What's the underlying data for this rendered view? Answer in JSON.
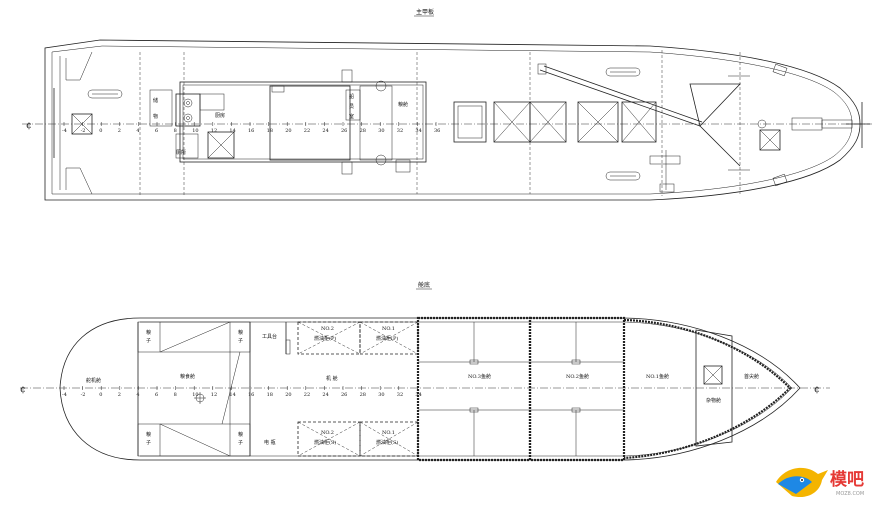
{
  "top_view": {
    "title": "主甲板",
    "labels": {
      "stores_a": "储",
      "stores_b": "物",
      "galley": "厨房",
      "toilet": "厕所",
      "cabin_a": "船",
      "cabin_b": "员",
      "cabin_c": "室",
      "fish_hold": "粮舱",
      "crew_room": "船员室"
    },
    "frames": [
      "-4",
      "-2",
      "0",
      "2",
      "4",
      "6",
      "8",
      "10",
      "12",
      "14",
      "16",
      "18",
      "20",
      "22",
      "24",
      "26",
      "28",
      "30",
      "32",
      "34",
      "36"
    ],
    "centerline": "¢"
  },
  "bottom_view": {
    "title": "舱底",
    "labels": {
      "steering_room": "舵机舱",
      "fuel_room": "粮食舱",
      "tank_p1_a": "粮",
      "tank_p1_b": "子",
      "tank_p2_a": "粮",
      "tank_p2_b": "子",
      "tank_s1_a": "粮",
      "tank_s1_b": "子",
      "tank_s2_a": "粮",
      "tank_s2_b": "子",
      "workbench": "工具台",
      "engine_room": "机 舱",
      "electric_box": "电 瓶",
      "fuel_tank2_p_a": "NO.2",
      "fuel_tank2_p_b": "燃油柜(P)",
      "fuel_tank1_p_a": "NO.1",
      "fuel_tank1_p_b": "燃油柜(P)",
      "fuel_tank2_s_a": "NO.2",
      "fuel_tank2_s_b": "燃油柜(S)",
      "fuel_tank1_s_a": "NO.1",
      "fuel_tank1_s_b": "燃油柜(S)",
      "fish_hold_3": "NO.3鱼舱",
      "fish_hold_2": "NO.2鱼舱",
      "fish_hold_1": "NO.1鱼舱",
      "store_room": "杂物舱",
      "forepeak": "首尖舱"
    },
    "frames": [
      "-4",
      "-2",
      "0",
      "2",
      "4",
      "6",
      "8",
      "10",
      "12",
      "14",
      "16",
      "18",
      "20",
      "22",
      "24",
      "26",
      "28",
      "30",
      "32",
      "34"
    ],
    "centerline": "¢"
  },
  "watermark": {
    "brand": "模吧",
    "url": "MOZ8.COM"
  }
}
